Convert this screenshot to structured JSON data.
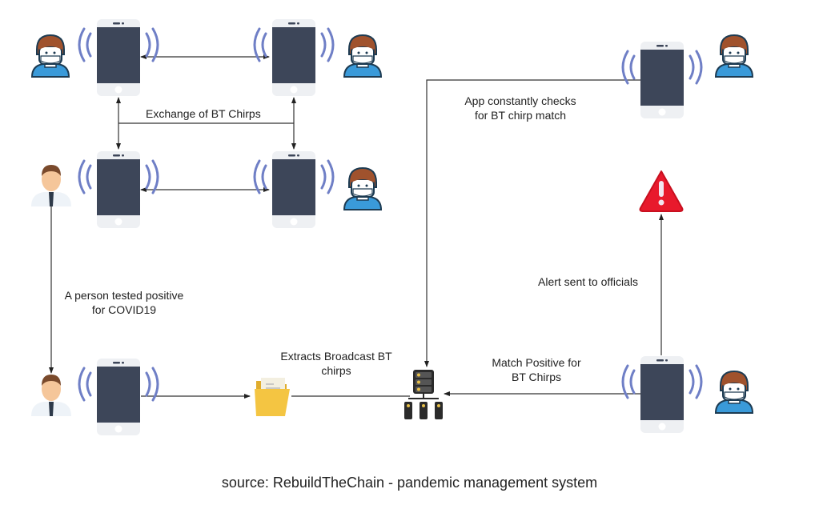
{
  "diagram": {
    "labels": {
      "exchange": "Exchange of BT Chirps",
      "tested_positive_line1": "A person tested positive",
      "tested_positive_line2": "for COVID19",
      "extracts_line1": "Extracts Broadcast BT",
      "extracts_line2": "chirps",
      "app_checks_line1": "App constantly checks",
      "app_checks_line2": "for BT chirp match",
      "match_line1": "Match Positive for",
      "match_line2": "BT Chirps",
      "alert": "Alert sent to officials"
    },
    "caption": "source: RebuildTheChain - pandemic management system",
    "nodes": [
      {
        "id": "phone-top-left",
        "icon": "smartphone-icon",
        "user": "user-masked-icon"
      },
      {
        "id": "phone-top-middle",
        "icon": "smartphone-icon",
        "user": "user-masked-icon"
      },
      {
        "id": "phone-mid-left",
        "icon": "smartphone-icon",
        "user": "businessman-icon"
      },
      {
        "id": "phone-mid-middle",
        "icon": "smartphone-icon",
        "user": "user-masked-icon"
      },
      {
        "id": "phone-bottom-left",
        "icon": "smartphone-icon",
        "user": "businessman-icon"
      },
      {
        "id": "folder",
        "icon": "folder-icon"
      },
      {
        "id": "server",
        "icon": "server-network-icon"
      },
      {
        "id": "phone-bottom-right",
        "icon": "smartphone-icon",
        "user": "user-masked-icon"
      },
      {
        "id": "phone-top-right",
        "icon": "smartphone-icon",
        "user": "user-masked-icon"
      },
      {
        "id": "alert",
        "icon": "warning-icon"
      }
    ],
    "colors": {
      "phone_body": "#eef0f3",
      "phone_screen": "#3d4659",
      "signal": "#6f7fc6",
      "alert": "#e8192c",
      "folder": "#f4c542",
      "server": "#2b2b2b",
      "shirt": "#3a9ad9",
      "hair": "#a0522d",
      "skin": "#f5c69a",
      "line": "#333333"
    }
  }
}
